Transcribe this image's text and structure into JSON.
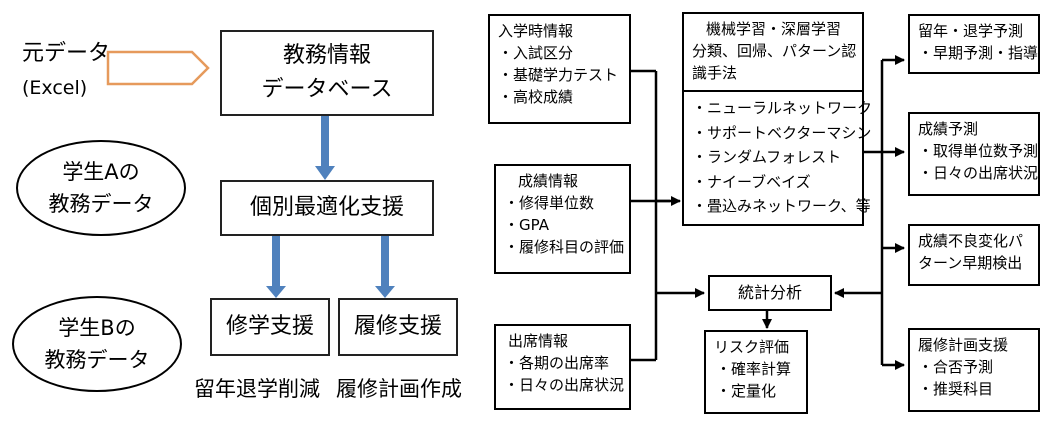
{
  "source": {
    "line1": "元データ",
    "line2": "(Excel)"
  },
  "db": {
    "line1": "教務情報",
    "line2": "データベース"
  },
  "studentA": {
    "line1": "学生Aの",
    "line2": "教務データ"
  },
  "studentB": {
    "line1": "学生Bの",
    "line2": "教務データ"
  },
  "optimize": {
    "label": "個別最適化支援"
  },
  "study_support": {
    "label": "修学支援"
  },
  "course_support": {
    "label": "履修支援"
  },
  "outcome1": "留年退学削減",
  "outcome2": "履修計画作成",
  "admission": {
    "title": "入学時情報",
    "items": [
      "・入試区分",
      "・基礎学力テスト",
      "・高校成績"
    ]
  },
  "grades": {
    "title": "成績情報",
    "items": [
      "・修得単位数",
      "・GPA",
      "・履修科目の評価"
    ]
  },
  "attendance": {
    "title": "出席情報",
    "items": [
      "・各期の出席率",
      "・日々の出席状況"
    ]
  },
  "ml": {
    "lines": [
      "機械学習・深層学習",
      "分類、回帰、パターン認",
      "識手法"
    ]
  },
  "methods": {
    "items": [
      "・ニューラルネットワーク",
      "・サポートベクターマシン",
      "・ランダムフォレスト",
      "・ナイーブベイズ",
      "・畳込みネットワーク、等"
    ]
  },
  "stats": {
    "label": "統計分析"
  },
  "risk": {
    "title": "リスク評価",
    "items": [
      "・確率計算",
      "・定量化"
    ]
  },
  "out_dropout": {
    "title": "留年・退学予測",
    "items": [
      "・早期予測・指導"
    ]
  },
  "out_grades": {
    "title": "成績予測",
    "items": [
      "・取得単位数予測",
      "・日々の出席状況"
    ]
  },
  "out_anomaly": {
    "lines": [
      "成績不良変化パ",
      "ターン早期検出"
    ]
  },
  "out_plan": {
    "title": "履修計画支援",
    "items": [
      "・合否予測",
      "・推奨科目"
    ]
  },
  "colors": {
    "blue_arrow": "#4f81bd",
    "orange_arrow": "#e69a5c"
  }
}
